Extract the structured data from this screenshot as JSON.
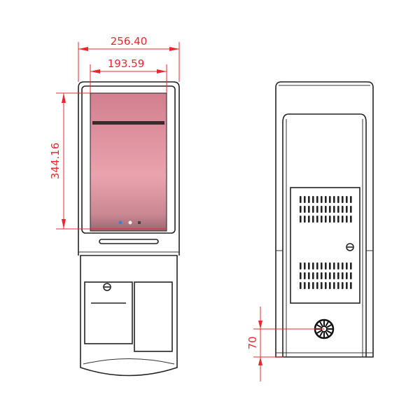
{
  "dimensions": {
    "overall_width": "256.40",
    "screen_width": "193.59",
    "screen_height": "344.16",
    "fan_height": "70"
  },
  "colors": {
    "dimension": "#e8282c",
    "outline": "#222222",
    "screen_top": "#d9808f",
    "screen_bottom": "#c98491"
  },
  "views": [
    "front-view",
    "side-view"
  ]
}
